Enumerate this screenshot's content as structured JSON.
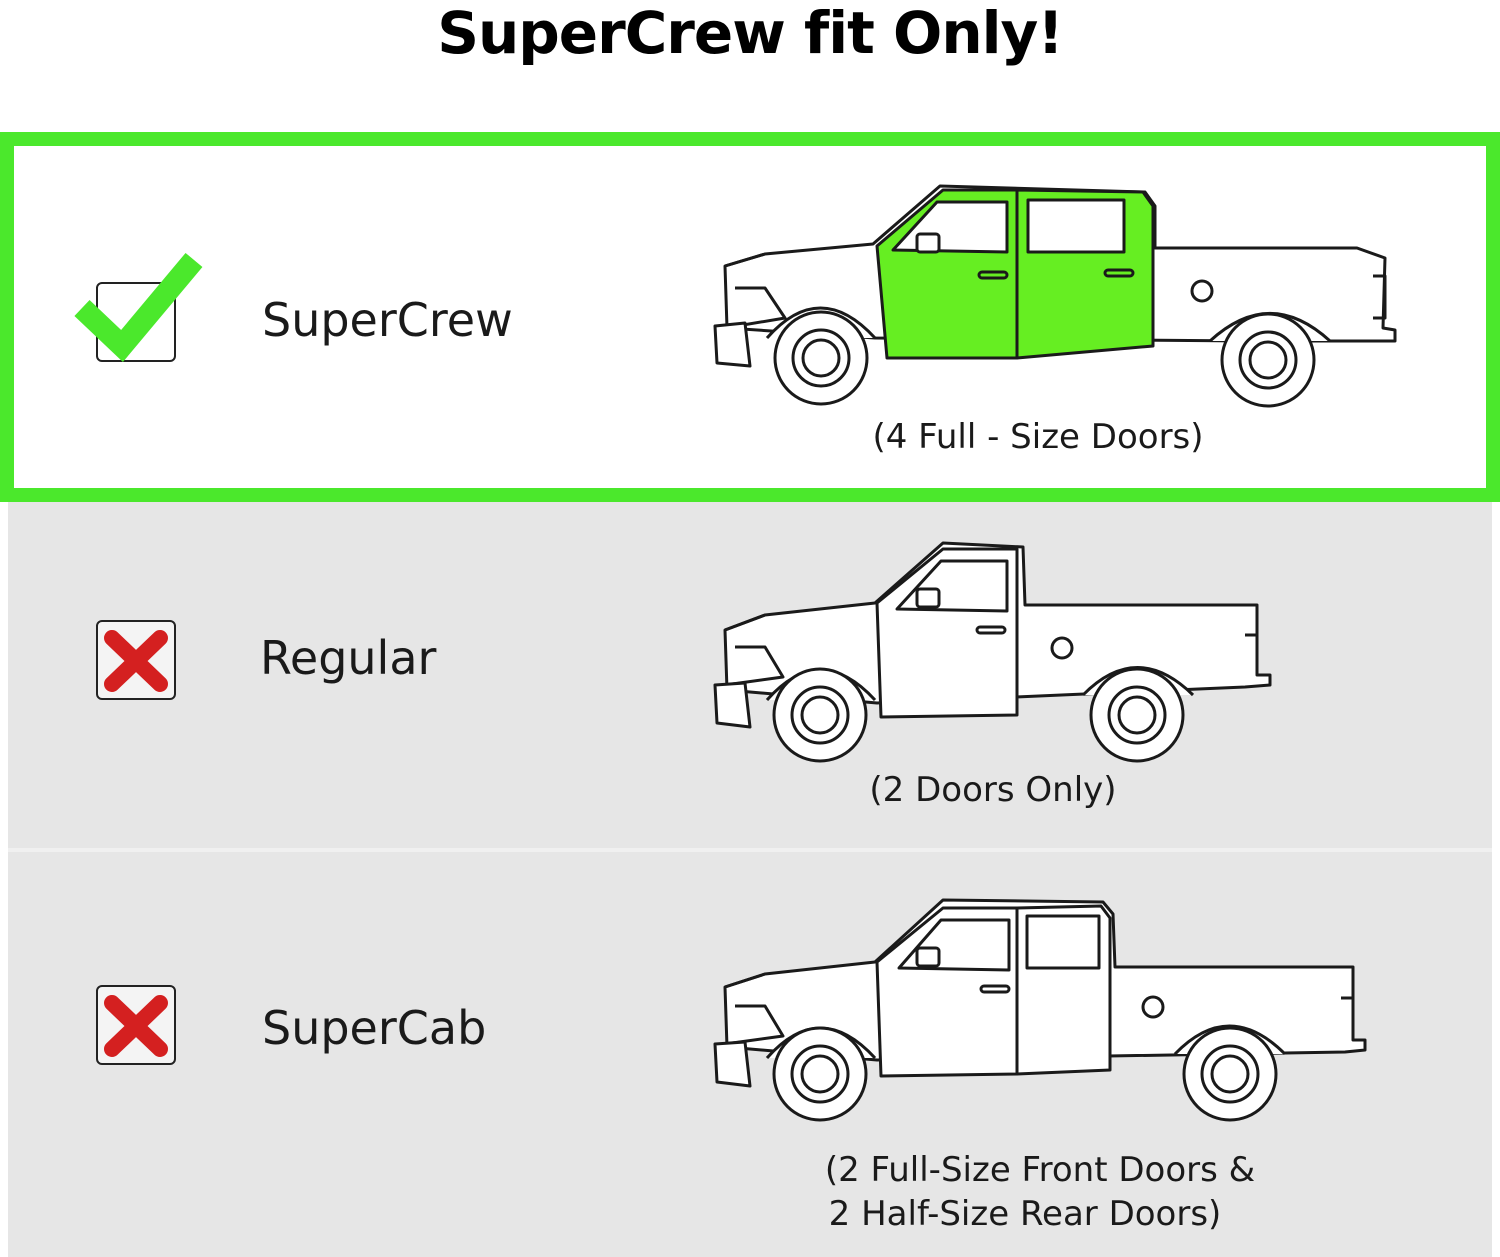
{
  "title": "SuperCrew fit Only!",
  "colors": {
    "fit_green": "#4be82c",
    "door_fill": "#66ee22",
    "x_red": "#d42020",
    "row_gray": "#e6e6e6"
  },
  "rows": [
    {
      "label": "SuperCrew",
      "status_icon": "green-check-icon",
      "caption_lines": [
        "(4 Full - Size Doors)"
      ]
    },
    {
      "label": "Regular",
      "status_icon": "red-x-icon",
      "caption_lines": [
        "(2 Doors Only)"
      ]
    },
    {
      "label": "SuperCab",
      "status_icon": "red-x-icon",
      "caption_lines": [
        "(2 Full-Size Front Doors &",
        "2 Half-Size Rear Doors)"
      ]
    }
  ]
}
